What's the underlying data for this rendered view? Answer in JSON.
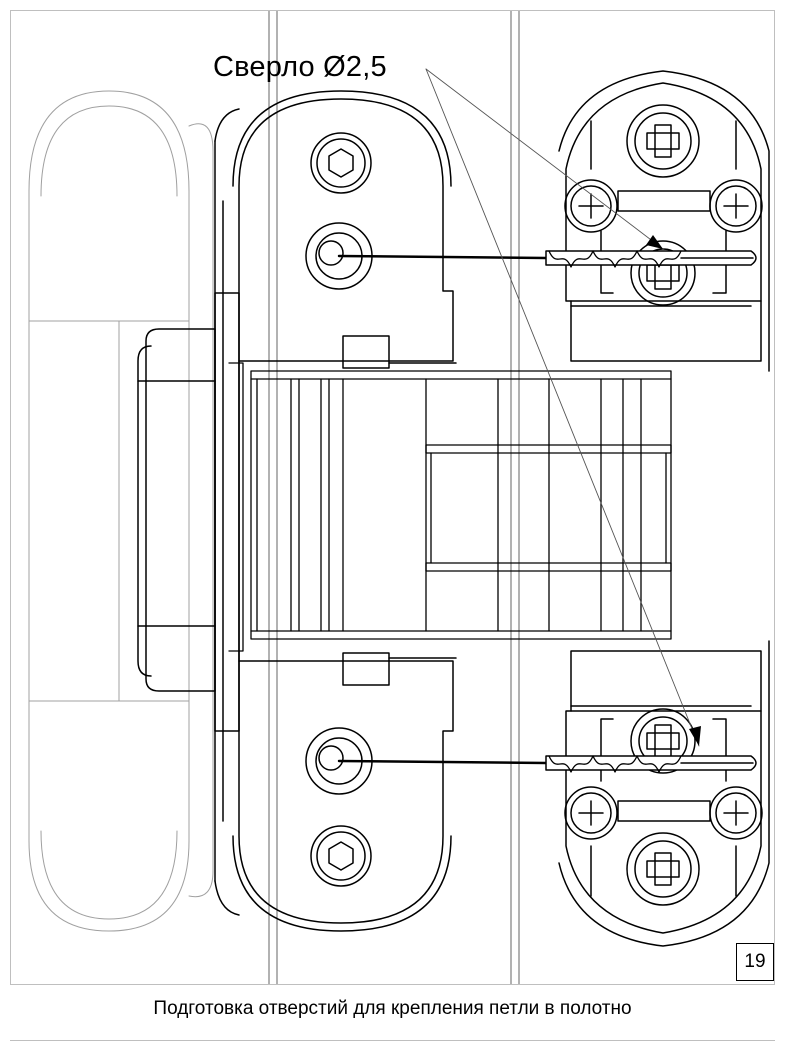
{
  "diagram": {
    "drill_label": "Сверло Ø2,5",
    "page_number": "19",
    "caption": "Подготовка отверстий для крепления петли в полотно"
  },
  "icons": [
    "hex-socket-screw-icon",
    "phillips-screw-icon",
    "drill-bit-icon",
    "arrow-icon"
  ]
}
